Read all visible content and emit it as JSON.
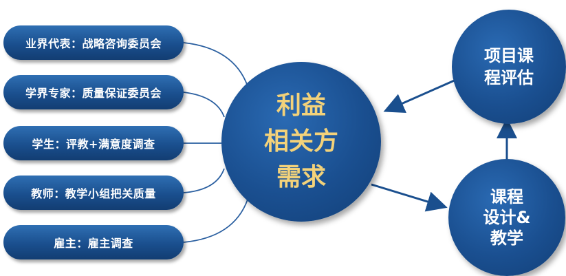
{
  "stakeholders": [
    "业界代表：战略咨询委员会",
    "学界专家：质量保证委员会",
    "学生：评教+满意度调查",
    "教师：教学小组把关质量",
    "雇主：雇主调查"
  ],
  "center": {
    "lines": [
      "利益",
      "相关方",
      "需求"
    ]
  },
  "evaluation": {
    "lines": [
      "项目课",
      "程评估"
    ]
  },
  "design": {
    "lines": [
      "课程",
      "设计&",
      "教学"
    ]
  },
  "colors": {
    "node": "#1a4f8e",
    "connector": "#1a4f8e",
    "center_text": "#f3d27a"
  }
}
